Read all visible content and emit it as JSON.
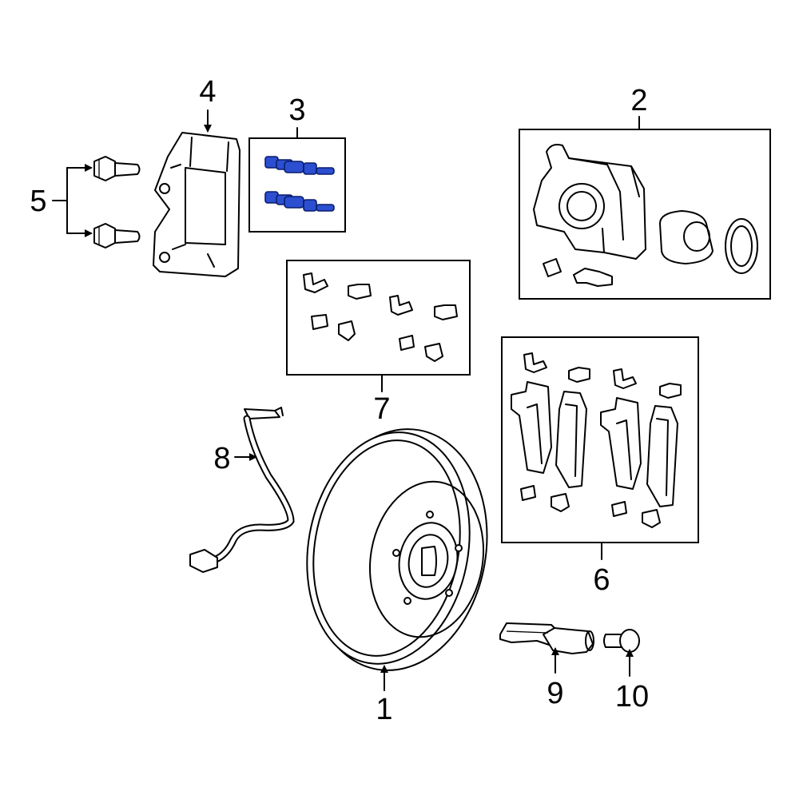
{
  "callouts": {
    "c1": "1",
    "c2": "2",
    "c3": "3",
    "c4": "4",
    "c5": "5",
    "c6": "6",
    "c7": "7",
    "c8": "8",
    "c9": "9",
    "c10": "10"
  },
  "highlight_color": "#2b4fd0"
}
